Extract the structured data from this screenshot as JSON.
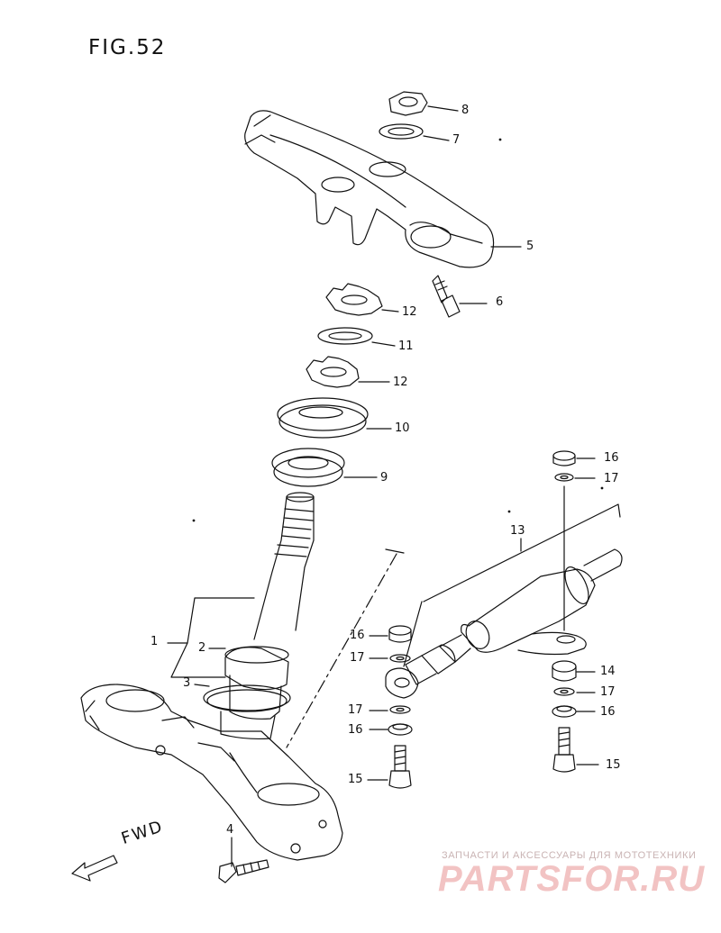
{
  "figure": {
    "title": "FIG.52",
    "direction_label": "FWD"
  },
  "callouts": [
    {
      "id": "c8",
      "label": "8"
    },
    {
      "id": "c7",
      "label": "7"
    },
    {
      "id": "c5",
      "label": "5"
    },
    {
      "id": "c6",
      "label": "6"
    },
    {
      "id": "c12a",
      "label": "12"
    },
    {
      "id": "c11",
      "label": "11"
    },
    {
      "id": "c12b",
      "label": "12"
    },
    {
      "id": "c10",
      "label": "10"
    },
    {
      "id": "c9",
      "label": "9"
    },
    {
      "id": "c16a",
      "label": "16"
    },
    {
      "id": "c17a",
      "label": "17"
    },
    {
      "id": "c13",
      "label": "13"
    },
    {
      "id": "c1",
      "label": "1"
    },
    {
      "id": "c2",
      "label": "2"
    },
    {
      "id": "c3",
      "label": "3"
    },
    {
      "id": "c16b",
      "label": "16"
    },
    {
      "id": "c17b",
      "label": "17"
    },
    {
      "id": "c17c",
      "label": "17"
    },
    {
      "id": "c16c",
      "label": "16"
    },
    {
      "id": "c14",
      "label": "14"
    },
    {
      "id": "c17d",
      "label": "17"
    },
    {
      "id": "c16d",
      "label": "16"
    },
    {
      "id": "c15a",
      "label": "15"
    },
    {
      "id": "c15b",
      "label": "15"
    },
    {
      "id": "c4",
      "label": "4"
    }
  ],
  "watermark": {
    "tagline": "ЗАПЧАСТИ И АКСЕССУАРЫ ДЛЯ МОТОТЕХНИКИ",
    "brand": "PARTSFOR.RU",
    "brand_color": "#f2c3c3"
  },
  "colors": {
    "ink": "#111111",
    "paper": "#ffffff"
  }
}
